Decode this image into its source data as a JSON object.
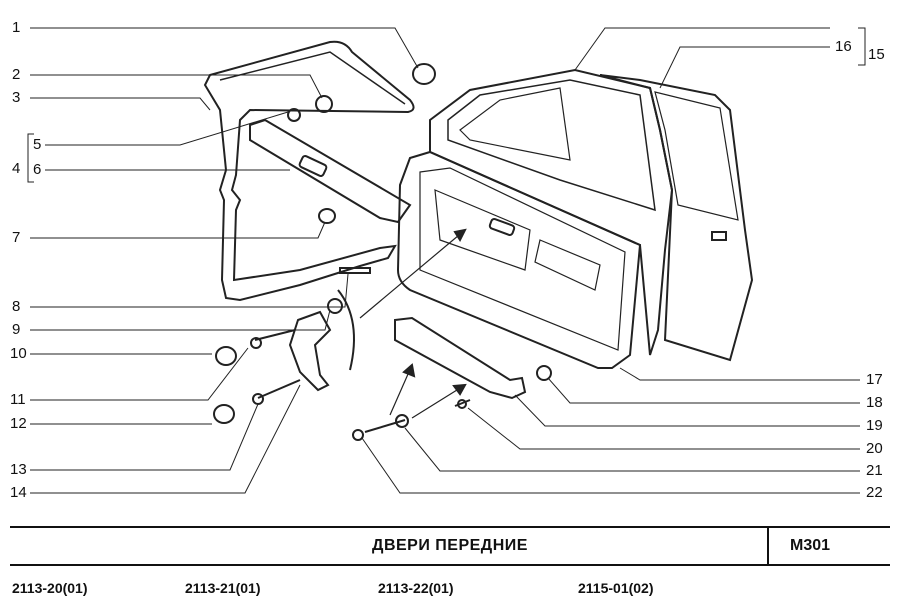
{
  "callouts": [
    "1",
    "2",
    "3",
    "4",
    "5",
    "6",
    "7",
    "8",
    "9",
    "10",
    "11",
    "12",
    "13",
    "14",
    "15",
    "16",
    "17",
    "18",
    "19",
    "20",
    "21",
    "22"
  ],
  "title": "ДВЕРИ   ПЕРЕДНИЕ",
  "code": "M301",
  "models": [
    "2113-20(01)",
    "2113-21(01)",
    "2113-22(01)",
    "2115-01(02)"
  ]
}
